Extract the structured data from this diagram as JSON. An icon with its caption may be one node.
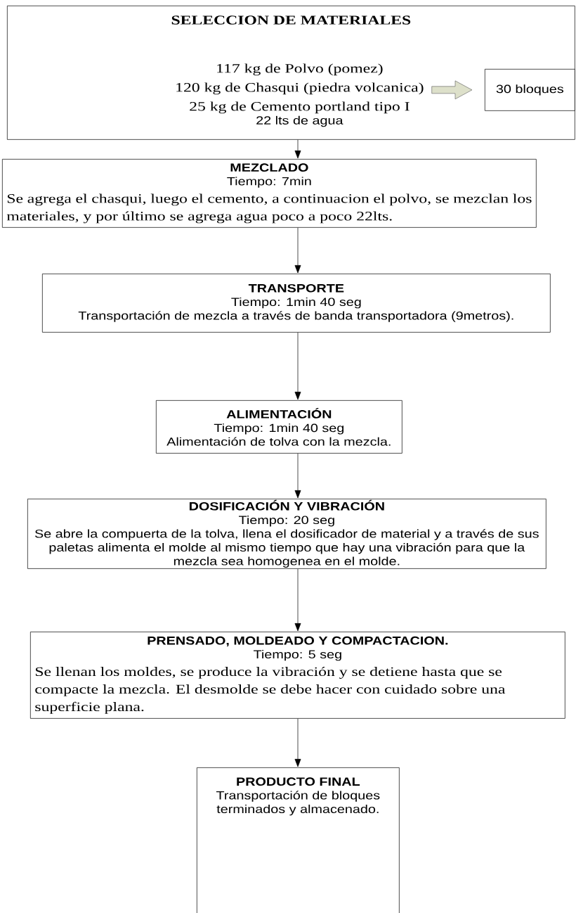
{
  "diagram": {
    "nodes": [
      {
        "text": [
          "SELECCION DE MATERIALES"
        ]
      },
      {
        "text": [
          "117 kg de Polvo (pomez)",
          "120 kg de Chasqui (piedra volcanica)",
          "25 kg de Cemento portland tipo I",
          "22 lts de agua"
        ],
        "in": 0
      },
      {
        "text": [
          "30 bloques"
        ],
        "in": 0
      },
      {
        "text": [
          "MEZCLADO",
          "Tiempo: 7min",
          "Se agrega el chasqui, luego el cemento, a continuacion el polvo, se mezclan los materiales, y por último se agrega agua poco a poco 22lts."
        ]
      },
      {
        "text": [
          "TRANSPORTE",
          "Tiempo: 1min 40 seg",
          "Transportación de mezcla a través de banda transportadora (9metros)."
        ]
      },
      {
        "text": [
          "ALIMENTACIÓN",
          "Tiempo: 1min 40 seg",
          "Alimentación de tolva con la mezcla."
        ]
      },
      {
        "text": [
          "DOSIFICACIÓN Y VIBRACIÓN",
          "Tiempo: 20 seg",
          "Se abre la compuerta de la tolva, llena el dosificador de material y a través de sus paletas alimenta el molde al mismo tiempo que hay una vibración para que la mezcla sea homogenea en el molde."
        ]
      },
      {
        "text": [
          "PRENSADO, MOLDEADO Y COMPACTACION.",
          "Tiempo: 5 seg",
          "Se llenan los moldes, se produce la vibración y se detiene hasta que se compacte la mezcla. El desmolde se debe hacer con cuidado sobre una superficie plana."
        ]
      },
      {
        "text": [
          "PRODUCTO FINAL",
          "Transportación de bloques terminados y almacenado."
        ]
      }
    ],
    "edges": [
      {
        "from": 1,
        "to": 2,
        "arrow": "to",
        "color": "#dde0ca"
      },
      {
        "from": 0,
        "to": 3,
        "arrow": "to"
      },
      {
        "from": 3,
        "to": 4,
        "arrow": "to"
      },
      {
        "from": 4,
        "to": 5,
        "arrow": "to"
      },
      {
        "from": 5,
        "to": 6,
        "arrow": "to"
      },
      {
        "from": 6,
        "to": 7,
        "arrow": "to"
      },
      {
        "from": 7,
        "to": 8,
        "arrow": "to"
      }
    ]
  }
}
